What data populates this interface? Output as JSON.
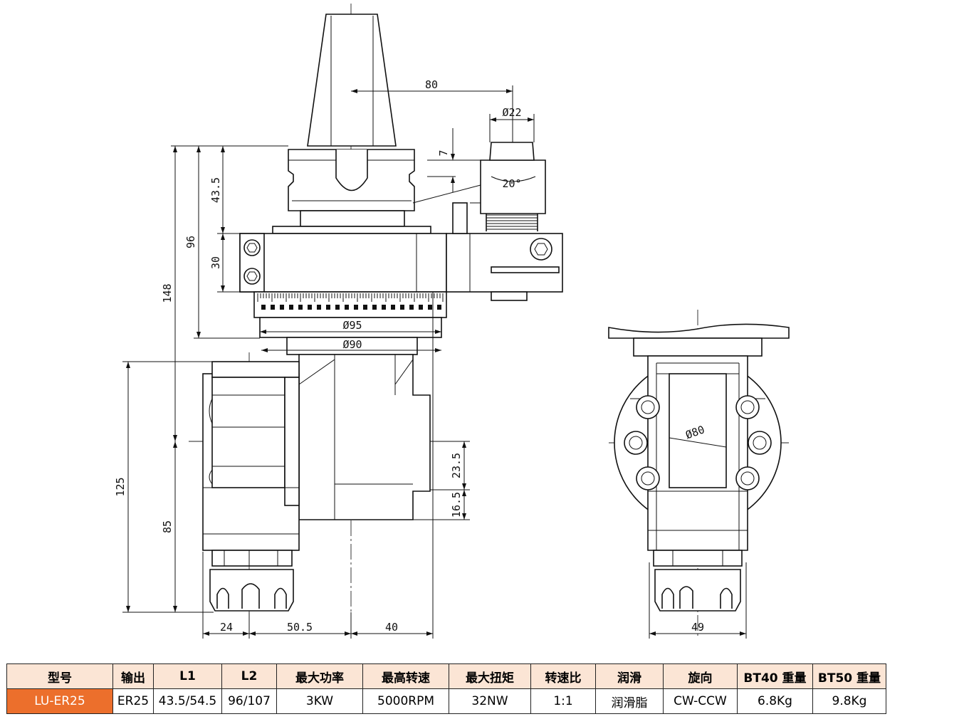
{
  "dimensions": {
    "d80": "80",
    "d22": "Ø22",
    "d7": "7",
    "d43_5": "43.5",
    "d20deg": "20°",
    "d96": "96",
    "d30": "30",
    "d148": "148",
    "d95": "Ø95",
    "d90": "Ø90",
    "d125": "125",
    "d85": "85",
    "d23_5": "23.5",
    "d16_5": "16.5",
    "d24": "24",
    "d50_5": "50.5",
    "d40": "40",
    "dphi80": "Ø80",
    "d49": "49"
  },
  "table": {
    "headers": [
      "型号",
      "输出",
      "L1",
      "L2",
      "最大功率",
      "最高转速",
      "最大扭矩",
      "转速比",
      "润滑",
      "旋向",
      "BT40 重量",
      "BT50 重量"
    ],
    "row": [
      "LU-ER25",
      "ER25",
      "43.5/54.5",
      "96/107",
      "3KW",
      "5000RPM",
      "32NW",
      "1:1",
      "润滑脂",
      "CW-CCW",
      "6.8Kg",
      "9.8Kg"
    ]
  },
  "colors": {
    "model_cell_bg": "#ec6f2c",
    "header_bg": "#fbe5d5"
  }
}
